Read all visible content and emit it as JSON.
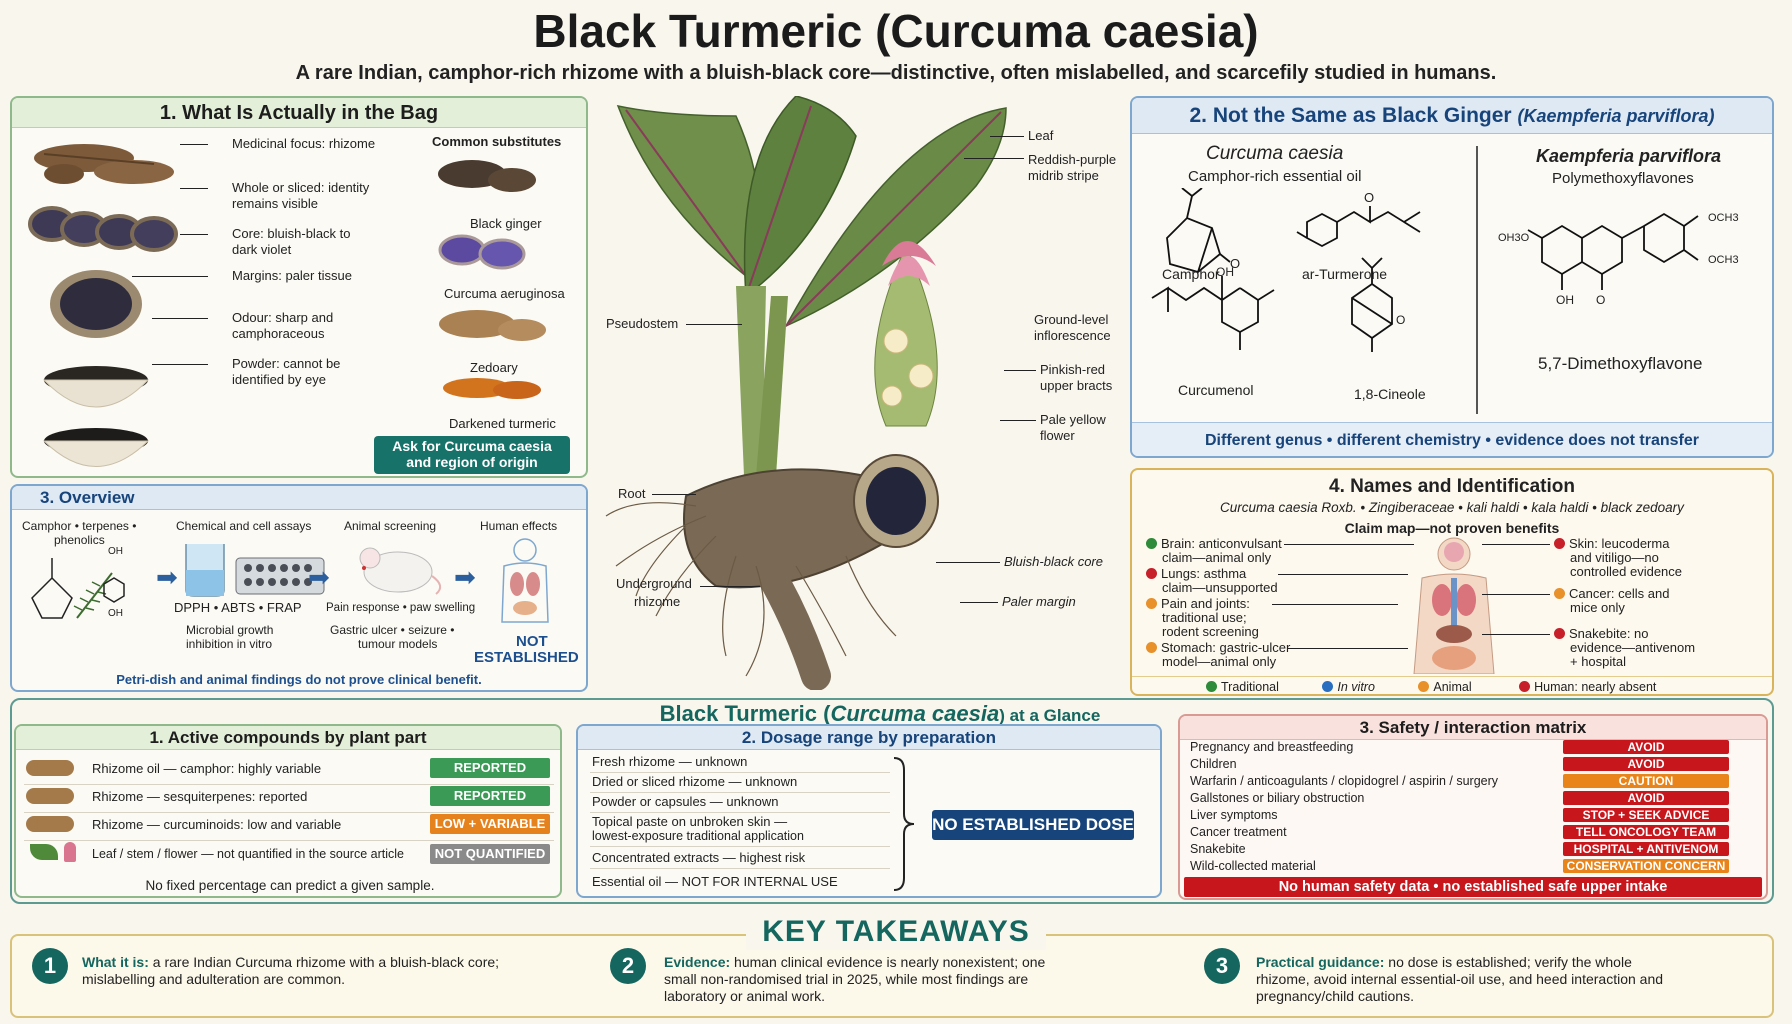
{
  "title": "Black Turmeric (Curcuma caesia)",
  "subtitle": "A rare Indian, camphor-rich rhizome with a bluish-black core—distinctive, often mislabelled, and scarcefily studied in humans.",
  "bag": {
    "heading": "1. What Is Actually in the Bag",
    "items": [
      "Medicinal focus: rhizome",
      "Whole or sliced: identity",
      "remains visible",
      "Core: bluish-black to",
      "dark violet",
      "Margins: paler tissue",
      "Odour: sharp and",
      "camphoraceous",
      "Powder: cannot be",
      "identified by eye"
    ],
    "subs_heading": "Common substitutes",
    "subs": [
      "Black ginger",
      "Curcuma aeruginosa",
      "Zedoary",
      "Darkened turmeric"
    ],
    "ask": "Ask for Curcuma caesia and region of origin"
  },
  "plant": {
    "labels": [
      "Leaf",
      "Reddish-purple",
      "midrib stripe",
      "Ground-level",
      "inflorescence",
      "Pinkish-red",
      "upper bracts",
      "Pale yellow",
      "flower",
      "Pseudostem",
      "Root",
      "Underground",
      "rhizome",
      "Bluish-black core",
      "Paler margin"
    ]
  },
  "ginger": {
    "heading": "2. Not the Same as Black Ginger",
    "heading_species": "(Kaempferia parviflora)",
    "left_title": "Curcuma caesia",
    "left_sub": "Camphor-rich essential oil",
    "right_title": "Kaempferia parviflora",
    "right_sub": "Polymethoxyflavones",
    "molecules": [
      "Camphor",
      "ar-Turmerone",
      "Curcumenol",
      "1,8-Cineole",
      "5,7-Dimethoxyflavone"
    ],
    "atoms": [
      "O",
      "O",
      "OH",
      "O",
      "OCH3",
      "OCH3",
      "OH3O",
      "OH",
      "O"
    ],
    "footer": "Different genus  •  different chemistry  •  evidence does not transfer"
  },
  "overview": {
    "heading": "3. Overview",
    "steps": [
      "Camphor • terpenes •",
      "phenolics",
      "Chemical and cell assays",
      "Animal screening",
      "Human effects"
    ],
    "atoms": [
      "OH",
      "OH"
    ],
    "assays": "DPPH • ABTS • FRAP",
    "microbial": [
      "Microbial growth",
      "inhibition in vitro"
    ],
    "animal": [
      "Pain response • paw swelling",
      "Gastric ulcer • seizure •",
      "tumour models"
    ],
    "not_est": [
      "NOT",
      "ESTABLISHED"
    ],
    "footer": "Petri-dish and animal findings do not prove clinical benefit."
  },
  "names": {
    "heading": "4. Names and Identification",
    "line": "Curcuma caesia Roxb. • Zingiberaceae • kali haldi • kala haldi • black zedoary",
    "claim_title": "Claim map—not proven benefits",
    "left": [
      {
        "t1": "Brain: anticonvulsant",
        "t2": "claim—animal only",
        "color": "#2e8b3a"
      },
      {
        "t1": "Lungs: asthma",
        "t2": "claim—unsupported",
        "color": "#c8202a"
      },
      {
        "t1": "Pain and joints:",
        "t2": "traditional use;",
        "t3": "rodent screening",
        "color": "#e8902a"
      },
      {
        "t1": "Stomach: gastric-ulcer",
        "t2": "model—animal only",
        "color": "#e8902a"
      }
    ],
    "right": [
      {
        "t1": "Skin: leucoderma",
        "t2": "and vitiligo—no",
        "t3": "controlled evidence",
        "color": "#c8202a"
      },
      {
        "t1": "Cancer: cells and",
        "t2": "mice only",
        "color": "#e8902a"
      },
      {
        "t1": "Snakebite: no",
        "t2": "evidence—antivenom",
        "t3": "+ hospital",
        "color": "#c8202a"
      }
    ],
    "legend": [
      {
        "label": "Traditional",
        "color": "#2e8b3a"
      },
      {
        "label": "In vitro",
        "color": "#2a6fbf"
      },
      {
        "label": "Animal",
        "color": "#e8902a"
      },
      {
        "label": "Human: nearly absent",
        "color": "#c8202a"
      }
    ]
  },
  "glance": {
    "title_a": "Black Turmeric (",
    "title_b": "Curcuma caesia",
    "title_c": ") at a Glance"
  },
  "compounds": {
    "heading": "1. Active compounds by plant part",
    "rows": [
      {
        "label": "Rhizome oil — camphor: highly variable",
        "badge": "REPORTED",
        "color": "#3b9a55"
      },
      {
        "label": "Rhizome — sesquiterpenes: reported",
        "badge": "REPORTED",
        "color": "#3b9a55"
      },
      {
        "label": "Rhizome — curcuminoids: low and variable",
        "badge": "LOW + VARIABLE",
        "color": "#e5821e"
      },
      {
        "label": "Leaf / stem / flower — not quantified in the source article",
        "badge": "NOT QUANTIFIED",
        "color": "#8a8a8a"
      }
    ],
    "footer": "No fixed percentage can predict a given sample."
  },
  "dosage": {
    "heading": "2. Dosage range by preparation",
    "rows": [
      "Fresh rhizome — unknown",
      "Dried or sliced rhizome — unknown",
      "Powder or capsules — unknown",
      "Topical paste on unbroken skin —",
      "lowest-exposure traditional application",
      "Concentrated extracts — highest risk",
      "Essential oil — NOT FOR INTERNAL USE"
    ],
    "badge": "NO ESTABLISHED DOSE"
  },
  "safety": {
    "heading": "3. Safety / interaction matrix",
    "rows": [
      {
        "label": "Pregnancy and breastfeeding",
        "badge": "AVOID",
        "color": "#c8161d"
      },
      {
        "label": "Children",
        "badge": "AVOID",
        "color": "#c8161d"
      },
      {
        "label": "Warfarin / anticoagulants / clopidogrel / aspirin / surgery",
        "badge": "CAUTION",
        "color": "#e8841a"
      },
      {
        "label": "Gallstones or biliary obstruction",
        "badge": "AVOID",
        "color": "#c8161d"
      },
      {
        "label": "Liver symptoms",
        "badge": "STOP + SEEK ADVICE",
        "color": "#c8161d"
      },
      {
        "label": "Cancer treatment",
        "badge": "TELL ONCOLOGY TEAM",
        "color": "#c8161d"
      },
      {
        "label": "Snakebite",
        "badge": "HOSPITAL + ANTIVENOM",
        "color": "#c8161d"
      },
      {
        "label": "Wild-collected material",
        "badge": "CONSERVATION CONCERN",
        "color": "#e8841a"
      }
    ],
    "footer": "No human safety data  •  no established safe upper intake"
  },
  "takeaways": {
    "heading": "KEY TAKEAWAYS",
    "items": [
      {
        "num": "1",
        "lead": "What it is:",
        "text": "a rare Indian Curcuma rhizome with a bluish-black core; mislabelling and adulteration are common."
      },
      {
        "num": "2",
        "lead": "Evidence:",
        "text": "human clinical evidence is nearly nonexistent; one small non-randomised trial in 2025, while most findings are laboratory or animal work."
      },
      {
        "num": "3",
        "lead": "Practical guidance:",
        "text": "no dose is established; verify the whole rhizome, avoid internal essential-oil use, and heed interaction and pregnancy/child cautions."
      }
    ]
  }
}
